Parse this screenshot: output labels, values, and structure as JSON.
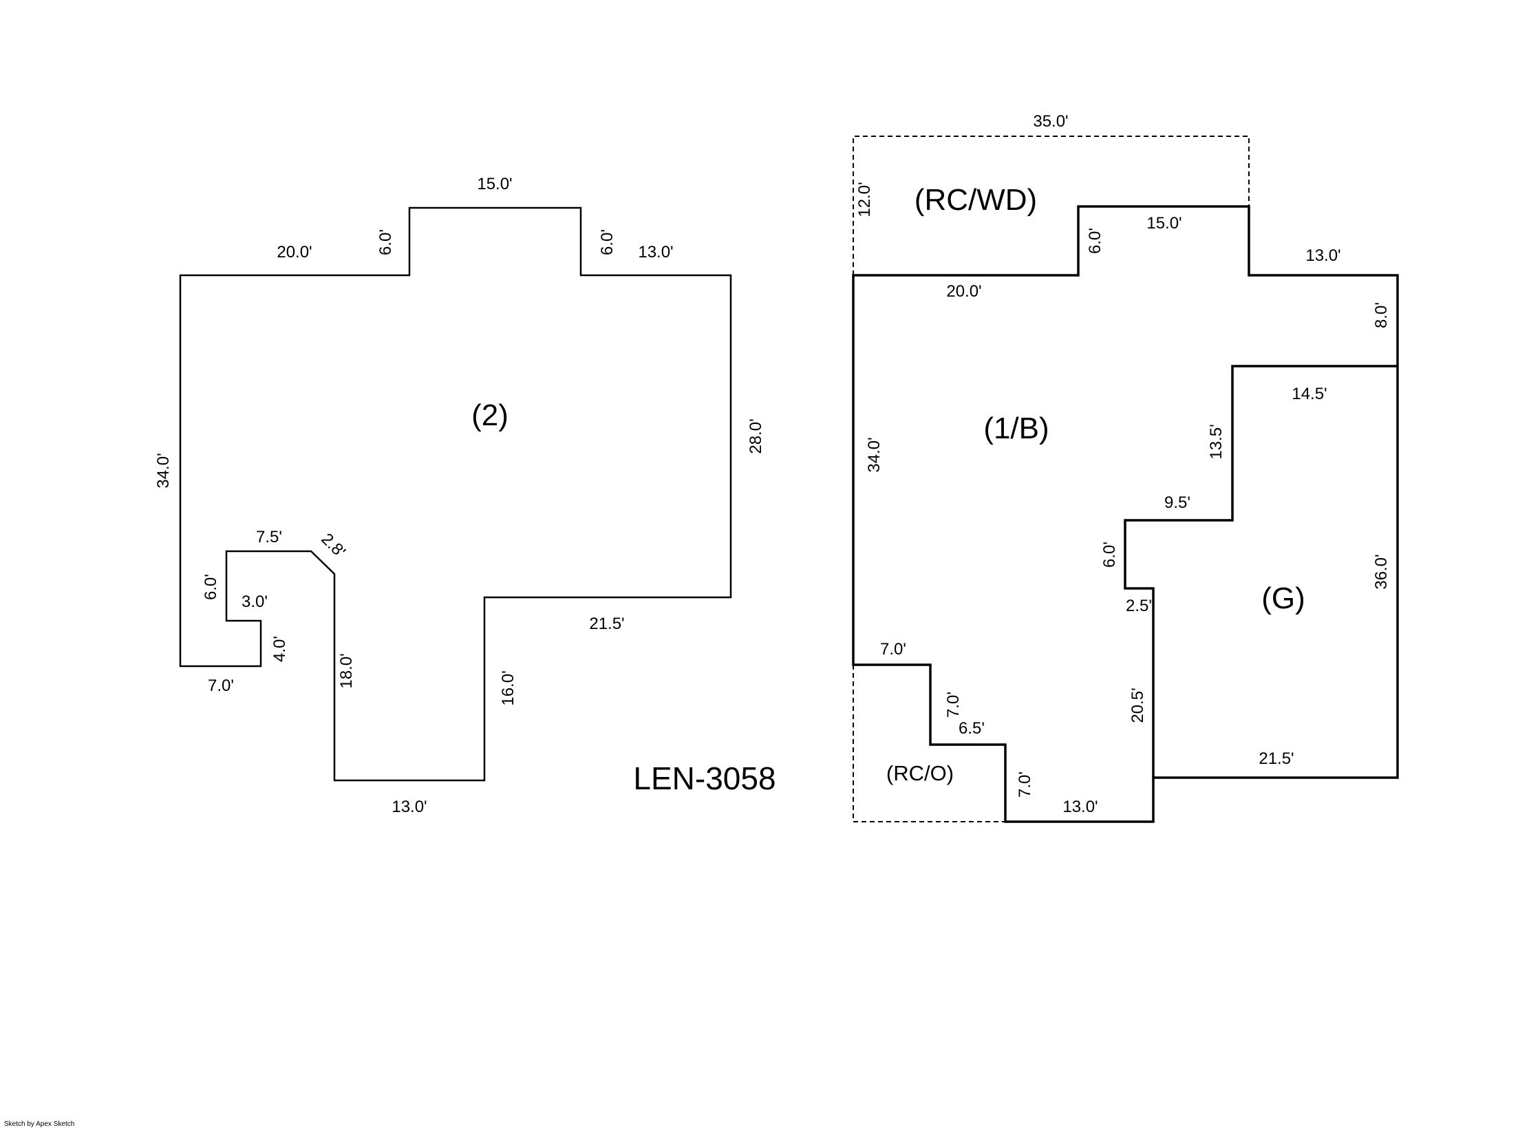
{
  "sketch_id": "LEN-3058",
  "credit": "Sketch by Apex Sketch",
  "floor2": {
    "area_label": "(2)",
    "dimensions": {
      "top_left": "20.0'",
      "top_step_left": "6.0'",
      "top_middle": "15.0'",
      "top_step_right": "6.0'",
      "top_right": "13.0'",
      "right": "28.0'",
      "lower_right": "21.5'",
      "inner_vertical": "16.0'",
      "bottom": "13.0'",
      "notch_vertical": "18.0'",
      "diagonal": "2.8'",
      "notch_top": "7.5'",
      "notch_left": "6.0'",
      "notch_inner": "3.0'",
      "notch_small": "4.0'",
      "bottom_left": "7.0'",
      "left": "34.0'"
    }
  },
  "floor1": {
    "area_labels": {
      "wood_deck": "(RC/WD)",
      "main": "(1/B)",
      "garage": "(G)",
      "porch": "(RC/O)"
    },
    "dimensions": {
      "deck_top": "35.0'",
      "deck_left": "12.0'",
      "top_left": "20.0'",
      "step_up": "6.0'",
      "top_middle": "15.0'",
      "top_right": "13.0'",
      "right_upper": "8.0'",
      "garage_top": "14.5'",
      "garage_step_vertical": "13.5'",
      "garage_step_horizontal": "9.5'",
      "garage_inner_vertical": "6.0'",
      "garage_jog": "2.5'",
      "garage_right": "36.0'",
      "garage_left_lower": "20.5'",
      "garage_bottom": "21.5'",
      "bottom": "13.0'",
      "left": "34.0'",
      "porch_top": "7.0'",
      "porch_step_vertical": "7.0'",
      "porch_step_horizontal": "6.5'",
      "porch_inner_vertical": "7.0'"
    }
  }
}
